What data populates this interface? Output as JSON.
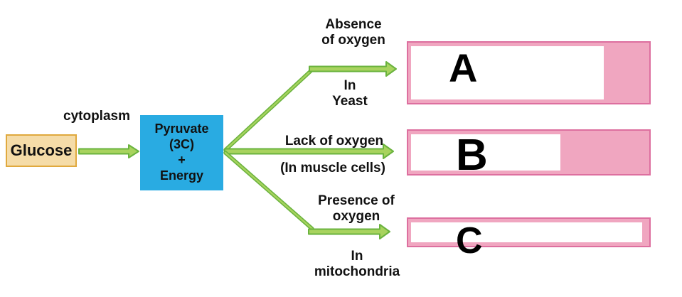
{
  "title": "Glucose breakdown pathways diagram",
  "colors": {
    "pyruvate_box": "#29ABE2",
    "glucose_fill": "#F5DCA8",
    "glucose_border": "#E0A93E",
    "arrow_fill": "#A8D35E",
    "arrow_stroke": "#6AB33E",
    "result_fill": "#F0A6C0",
    "result_border": "#DD6F9F"
  },
  "labels": {
    "cytoplasm": "cytoplasm",
    "glucose": "Glucose",
    "pyruvate": "Pyruvate\n(3C)\n+\nEnergy"
  },
  "branches": [
    {
      "condition": "Absence\nof oxygen",
      "location": "In\nYeast",
      "result": {
        "letter": "A",
        "white_percent": 80
      }
    },
    {
      "condition": "Lack of oxygen",
      "location": "(In muscle cells)",
      "result": {
        "letter": "B",
        "white_percent": 62
      }
    },
    {
      "condition": "Presence of\noxygen",
      "location": "In\nmitochondria",
      "result": {
        "letter": "C",
        "white_percent": 96
      }
    }
  ]
}
